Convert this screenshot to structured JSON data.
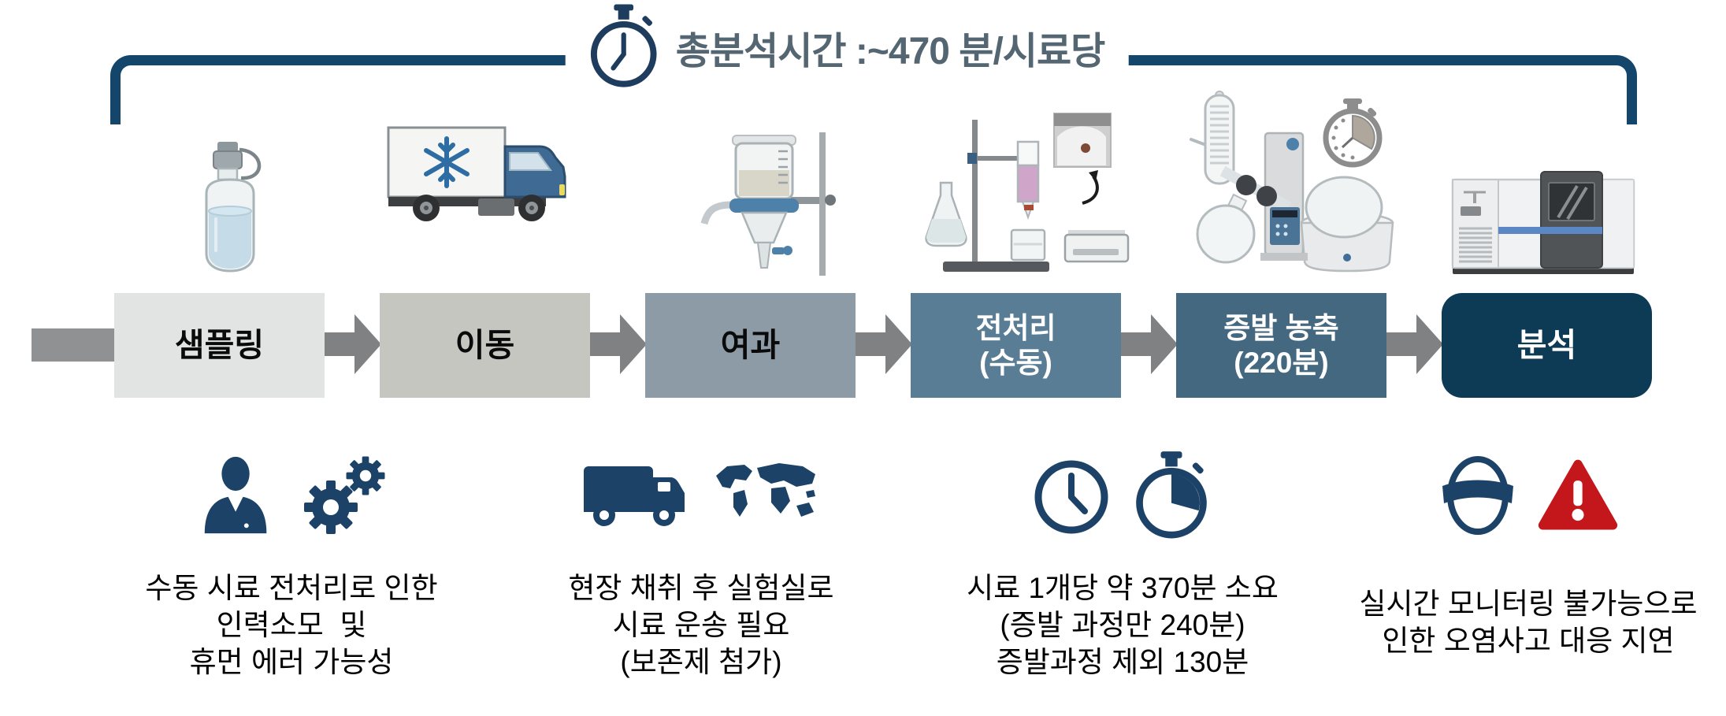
{
  "title": {
    "text": "총분석시간 :~470 분/시료당"
  },
  "process": {
    "steps": [
      {
        "label": "샘플링"
      },
      {
        "label": "이동"
      },
      {
        "label": "여과"
      },
      {
        "label": "전처리",
        "sublabel": "(수동)"
      },
      {
        "label": "증발 농축",
        "sublabel": "(220분)"
      },
      {
        "label": "분석"
      }
    ]
  },
  "callouts": [
    {
      "lines": [
        "수동 시료 전처리로 인한",
        "인력소모  및",
        "휴먼 에러 가능성"
      ]
    },
    {
      "lines": [
        "현장 채취 후 실험실로",
        "시료 운송 필요",
        "(보존제 첨가)"
      ]
    },
    {
      "lines": [
        "시료 1개당 약 370분 소요",
        "(증발 과정만 240분)",
        "증발과정 제외 130분"
      ]
    },
    {
      "lines": [
        "실시간 모니터링 불가능으로",
        "인한 오염사고 대응 지연"
      ]
    }
  ],
  "icons": {
    "header": "stopwatch-icon",
    "steps": [
      "sample-bottle-icon",
      "freezer-truck-icon",
      "vacuum-filtration-icon",
      "manual-prep-icon",
      "rotary-evaporator-icon",
      "analyzer-instrument-icon"
    ],
    "callouts": [
      [
        "technician-icon",
        "gears-icon"
      ],
      [
        "delivery-truck-icon",
        "world-map-icon"
      ],
      [
        "clock-icon",
        "stopwatch-icon"
      ],
      [
        "blindfolded-monitoring-icon",
        "warning-triangle-icon"
      ]
    ]
  },
  "colors": {
    "bracket_navy": "#14466b",
    "icon_navy": "#1c4267",
    "title_text": "#556673",
    "arrow_gray": "#7f8182",
    "warning_red": "#c4171c",
    "step_backgrounds": [
      "#e2e3e3",
      "#c5c6c0",
      "#8d9ba6",
      "#5a7d96",
      "#44687f",
      "#0d3a55"
    ]
  }
}
